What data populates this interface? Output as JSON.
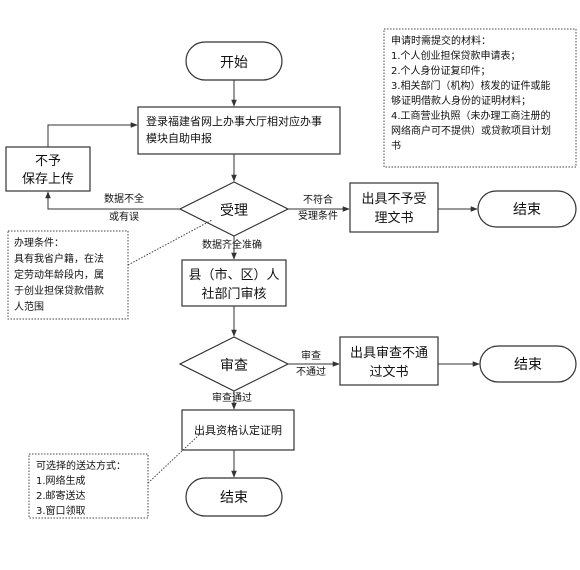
{
  "flow": {
    "start": "开始",
    "login_lines": [
      "登录福建省网上办事大厅相对应办事",
      "模块自助申报"
    ],
    "reject_lines": [
      "不予",
      "保存上传"
    ],
    "accept": "受理",
    "incomplete_lines": [
      "数据不全",
      "或有误"
    ],
    "nonconform_lines": [
      "不符合",
      "受理条件"
    ],
    "reject_doc_lines": [
      "出具不予受",
      "理文书"
    ],
    "end1": "结束",
    "complete": "数据齐全准确",
    "county_lines": [
      "县（市、区）人",
      "社部门审核"
    ],
    "review": "审查",
    "fail_lines": [
      "审查",
      "不通过"
    ],
    "fail_doc_lines": [
      "出具审查不通",
      "过文书"
    ],
    "end2": "结束",
    "pass": "审查通过",
    "certificate": "出具资格认定证明",
    "end3": "结束"
  },
  "notes": {
    "materials": {
      "title": "申请时需提交的材料：",
      "lines": [
        "1.个人创业担保贷款申请表；",
        "2.个人身份证复印件；",
        "3.相关部门（机构）核发的证件或能",
        "够证明借款人身份的证明材料；",
        "4.工商营业执照（未办理工商注册的",
        "网络商户可不提供）或贷款项目计划",
        "书"
      ]
    },
    "conditions": {
      "title": "办理条件：",
      "lines": [
        "具有我省户籍，在法",
        "定劳动年龄段内，属",
        "于创业担保贷款借款",
        "人范围"
      ]
    },
    "delivery": {
      "title": "可选择的送达方式：",
      "lines": [
        "1.网络生成",
        "2.邮寄送达",
        "3.窗口领取"
      ]
    }
  },
  "colors": {
    "stroke": "#333333",
    "text": "#111111"
  }
}
